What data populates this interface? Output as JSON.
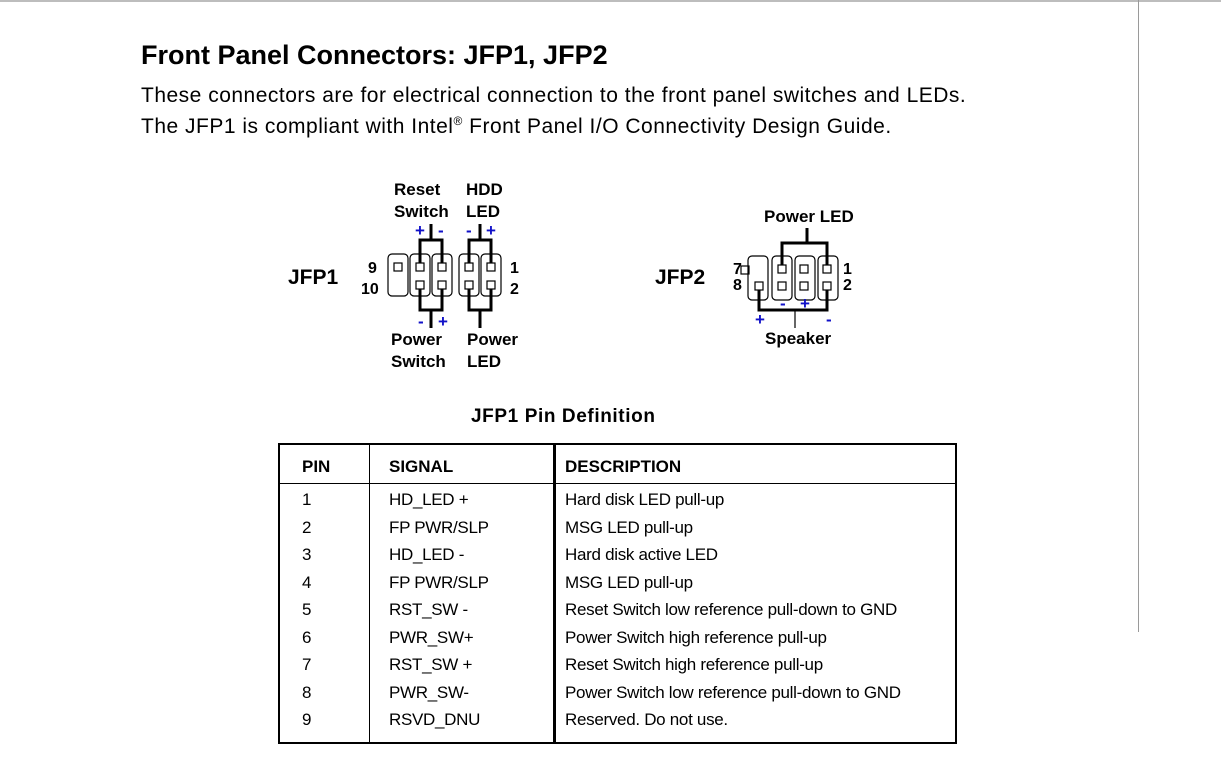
{
  "page": {
    "title": "Front Panel Connectors: JFP1, JFP2",
    "line1": "These connectors are for electrical connection to the front panel switches and LEDs.",
    "line2_pre": "The JFP1 is compliant with Intel",
    "line2_sup": "®",
    "line2_post": " Front Panel I/O Connectivity Design Guide."
  },
  "jfp1": {
    "name": "JFP1",
    "reset_switch": [
      "Reset",
      "Switch"
    ],
    "hdd_led": [
      "HDD",
      "LED"
    ],
    "power_switch": [
      "Power",
      "Switch"
    ],
    "power_led": [
      "Power",
      "LED"
    ],
    "pins": {
      "nine": "9",
      "ten": "10",
      "one": "1",
      "two": "2"
    },
    "signs": {
      "reset_plus": "+",
      "reset_minus": "-",
      "hdd_minus": "-",
      "hdd_plus": "+",
      "pwr_minus": "-",
      "pwr_plus": "+"
    }
  },
  "jfp2": {
    "name": "JFP2",
    "power_led": "Power LED",
    "speaker": "Speaker",
    "pins": {
      "seven": "7",
      "eight": "8",
      "one": "1",
      "two": "2"
    },
    "signs": {
      "spk_plus": "+",
      "led_minus": "-",
      "led_plus": "+",
      "spk_minus": "-"
    }
  },
  "table": {
    "title": "JFP1 Pin Definition",
    "headers": [
      "PIN",
      "SIGNAL",
      "DESCRIPTION"
    ],
    "rows": [
      {
        "pin": "1",
        "signal": "HD_LED +",
        "description": "Hard disk LED pull-up"
      },
      {
        "pin": "2",
        "signal": "FP PWR/SLP",
        "description": "MSG LED pull-up"
      },
      {
        "pin": "3",
        "signal": "HD_LED -",
        "description": "Hard disk active LED"
      },
      {
        "pin": "4",
        "signal": "FP PWR/SLP",
        "description": "MSG LED pull-up"
      },
      {
        "pin": "5",
        "signal": "RST_SW -",
        "description": "Reset Switch low reference pull-down to GND"
      },
      {
        "pin": "6",
        "signal": "PWR_SW+",
        "description": "Power Switch high reference pull-up"
      },
      {
        "pin": "7",
        "signal": "RST_SW +",
        "description": "Reset Switch high reference pull-up"
      },
      {
        "pin": "8",
        "signal": "PWR_SW-",
        "description": "Power Switch low reference pull-down to GND"
      },
      {
        "pin": "9",
        "signal": "RSVD_DNU",
        "description": "Reserved. Do not use."
      }
    ]
  }
}
